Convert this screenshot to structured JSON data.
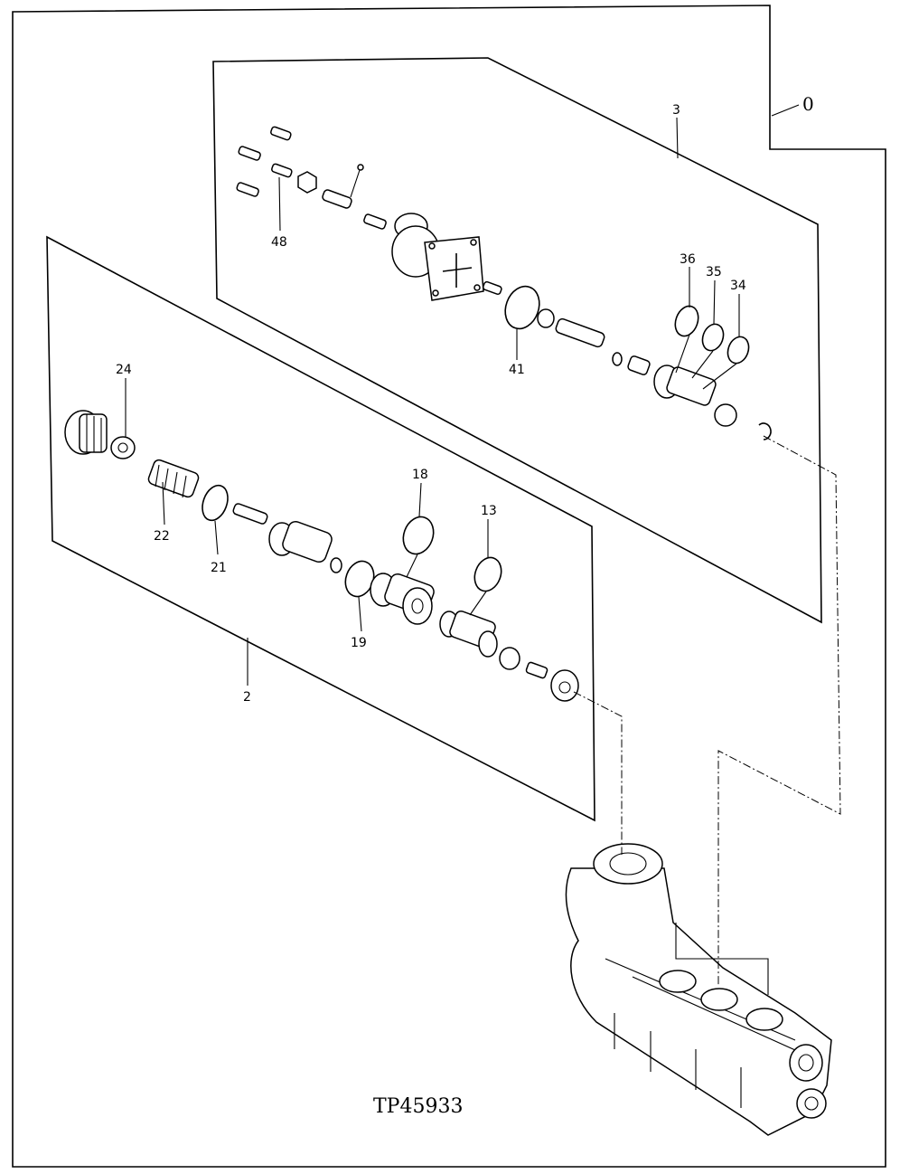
{
  "figure_id": "TP45933",
  "callouts": {
    "c0": "0",
    "c2": "2",
    "c3": "3",
    "c13": "13",
    "c18": "18",
    "c19": "19",
    "c21": "21",
    "c22": "22",
    "c24": "24",
    "c34": "34",
    "c35": "35",
    "c36": "36",
    "c41": "41",
    "c48": "48"
  }
}
